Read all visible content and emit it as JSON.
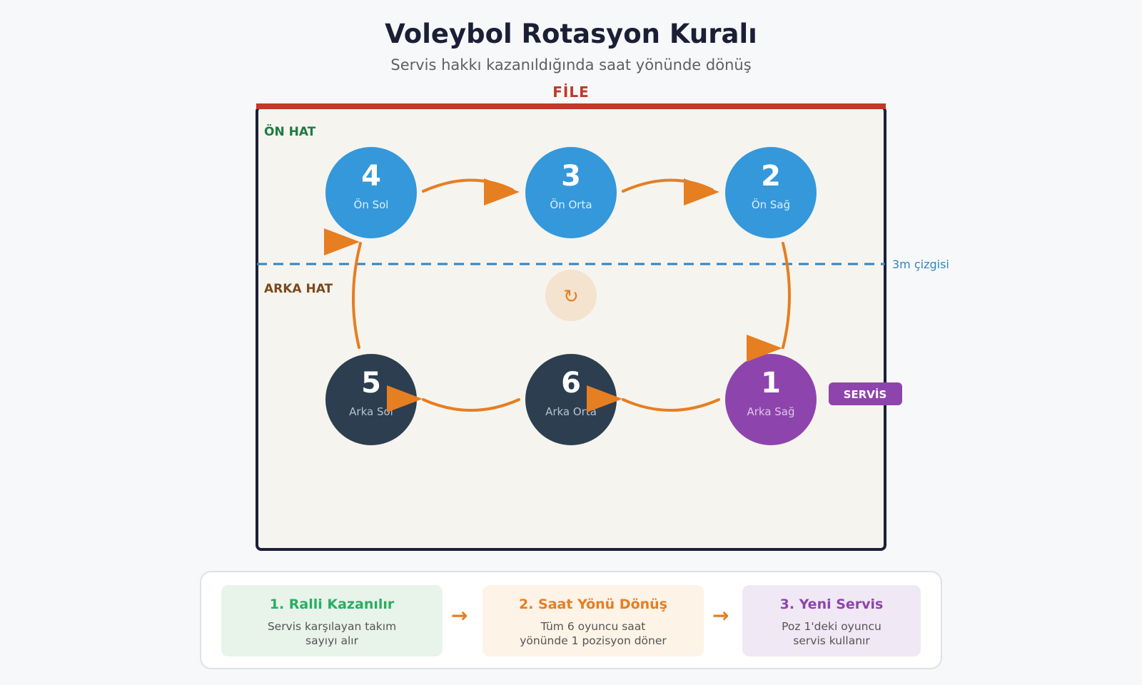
{
  "title": "Voleybol Rotasyon Kuralı",
  "subtitle": "Servis hakkı kazanıldığında saat yönünde dönüş",
  "net_label": "FİLE",
  "front_row_label": "ÖN HAT",
  "back_row_label": "ARKA HAT",
  "attack_line_label": "3m çizgisi",
  "rotation_symbol": "↻",
  "serve_badge": "SERVİS",
  "positions": [
    {
      "number": "4",
      "name": "Ön Sol"
    },
    {
      "number": "3",
      "name": "Ön Orta"
    },
    {
      "number": "2",
      "name": "Ön Sağ"
    },
    {
      "number": "5",
      "name": "Arka Sol"
    },
    {
      "number": "6",
      "name": "Arka Orta"
    },
    {
      "number": "1",
      "name": "Arka Sağ"
    }
  ],
  "steps": [
    {
      "title": "1. Ralli Kazanılır",
      "desc": "Servis karşılayan takım\nsayıyı alır"
    },
    {
      "title": "2. Saat Yönü Dönüş",
      "desc": "Tüm 6 oyuncu saat\nyönünde 1 pozisyon döner"
    },
    {
      "title": "3. Yeni Servis",
      "desc": "Poz 1'deki oyuncu\nservis kullanır"
    }
  ],
  "step_arrow": "→",
  "colors": {
    "front_player": "#3498db",
    "back_player": "#2c3e50",
    "server": "#8e44ad",
    "rotation_arrow": "#e67e22",
    "net": "#c0392b",
    "attack_line": "#2e86c1",
    "front_row": "#1e7b45",
    "back_row": "#7a4a1e"
  }
}
